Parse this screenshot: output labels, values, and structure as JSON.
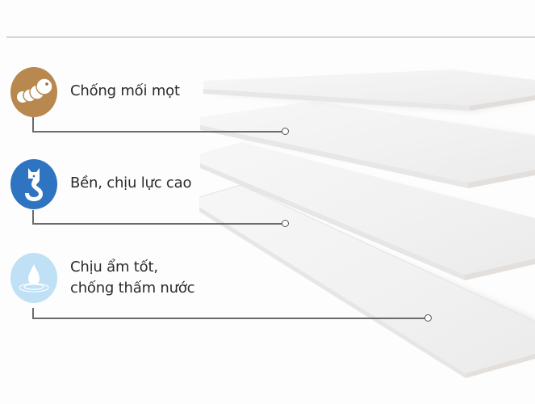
{
  "colors": {
    "background": "#fdfdfd",
    "rule": "#d6d6d6",
    "connector": "#6b6b6b",
    "text": "#2b2b2b",
    "termite_icon_bg": "#b8884f",
    "strength_icon_bg": "#2f74c0",
    "moisture_icon_bg": "#bfe0f5",
    "sheet_face": "#f4f4f4",
    "sheet_edge": "#e6e3e1"
  },
  "features": [
    {
      "icon": "termite-larva-icon",
      "label": "Chống mối mọt",
      "lines": [
        "Chống mối mọt"
      ]
    },
    {
      "icon": "crane-hook-icon",
      "label": "Bền, chịu lực cao",
      "lines": [
        "Bền, chịu lực cao"
      ]
    },
    {
      "icon": "water-drop-icon",
      "label": "Chịu ẩm tốt, chống thấm nước",
      "lines": [
        "Chịu ẩm tốt,",
        "chống thấm nước"
      ]
    }
  ],
  "product": {
    "sheet_count": 4,
    "description": "Stacked white fiber cement boards"
  }
}
